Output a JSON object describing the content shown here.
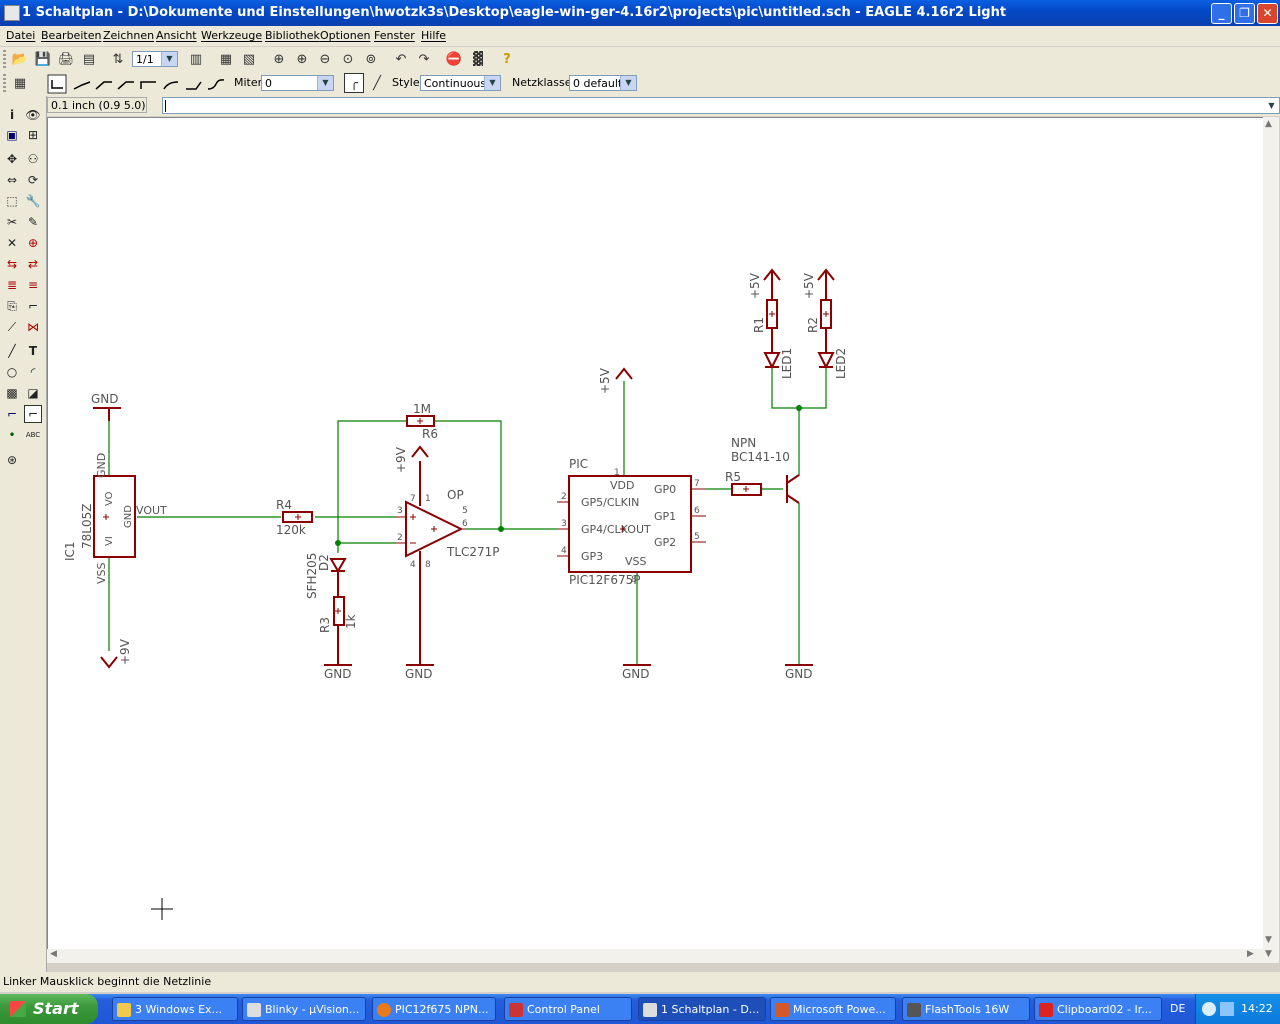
{
  "window": {
    "title": "1 Schaltplan - D:\\Dokumente und Einstellungen\\hwotzk3s\\Desktop\\eagle-win-ger-4.16r2\\projects\\pic\\untitled.sch - EAGLE 4.16r2 Light",
    "min": "_",
    "max": "❐",
    "close": "✕"
  },
  "menu": [
    "Datei",
    "Bearbeiten",
    "Zeichnen",
    "Ansicht",
    "Werkzeuge",
    "Bibliothek",
    "Optionen",
    "Fenster",
    "Hilfe"
  ],
  "toolbar": {
    "sheet_value": "1/1",
    "miter_label": "Miter:",
    "miter_value": "0",
    "style_label": "Style:",
    "style_value": "Continuous",
    "netclass_label": "Netzklasse:",
    "netclass_value": "0 default"
  },
  "coordbar": {
    "coords": "0.1 inch (0.9 5.0)",
    "command": ""
  },
  "status": {
    "message": "Linker Mausklick beginnt die Netzlinie"
  },
  "schematic": {
    "gnd": "GND",
    "p5v": "+5V",
    "p9v": "+9V",
    "ic1": {
      "name": "IC1",
      "value": "78L05Z",
      "pins": {
        "vo": "VO",
        "vi": "VI",
        "gnd": "GND",
        "vout": "VOUT",
        "gndtop": "GND",
        "vss": "VSS"
      }
    },
    "r4": {
      "name": "R4",
      "value": "120k"
    },
    "r6": {
      "name": "R6",
      "value": "1M"
    },
    "r3": {
      "name": "R3",
      "value": "1k"
    },
    "d2": {
      "name": "D2",
      "value": "SFH205"
    },
    "op": {
      "name": "OP",
      "value": "TLC271P",
      "pins": [
        "3",
        "2",
        "6",
        "7",
        "1",
        "5",
        "4",
        "8"
      ]
    },
    "pic": {
      "name": "PIC",
      "value": "PIC12F675P",
      "pins": {
        "vdd": "VDD",
        "gp5": "GP5/CLKIN",
        "gp4": "GP4/CLKOUT",
        "gp3": "GP3",
        "vss": "VSS",
        "gp0": "GP0",
        "gp1": "GP1",
        "gp2": "GP2"
      },
      "pinnums": [
        "1",
        "2",
        "3",
        "4",
        "7",
        "6",
        "5",
        "8"
      ]
    },
    "r5": {
      "name": "R5"
    },
    "q": {
      "name": "NPN",
      "value": "BC141-10"
    },
    "r1": {
      "name": "R1"
    },
    "r2": {
      "name": "R2"
    },
    "led1": {
      "name": "LED1"
    },
    "led2": {
      "name": "LED2"
    }
  },
  "taskbar": {
    "start": "Start",
    "tasks": [
      "3 Windows Ex...",
      "Blinky - µVision...",
      "PIC12f675 NPN...",
      "Control Panel",
      "1 Schaltplan - D...",
      "Microsoft Powe...",
      "FlashTools 16W",
      "Clipboard02 - Ir..."
    ],
    "lang": "DE",
    "clock": "14:22"
  },
  "colors": {
    "wire": "#008000",
    "symbol": "#8b0000",
    "junction": "#008000"
  }
}
